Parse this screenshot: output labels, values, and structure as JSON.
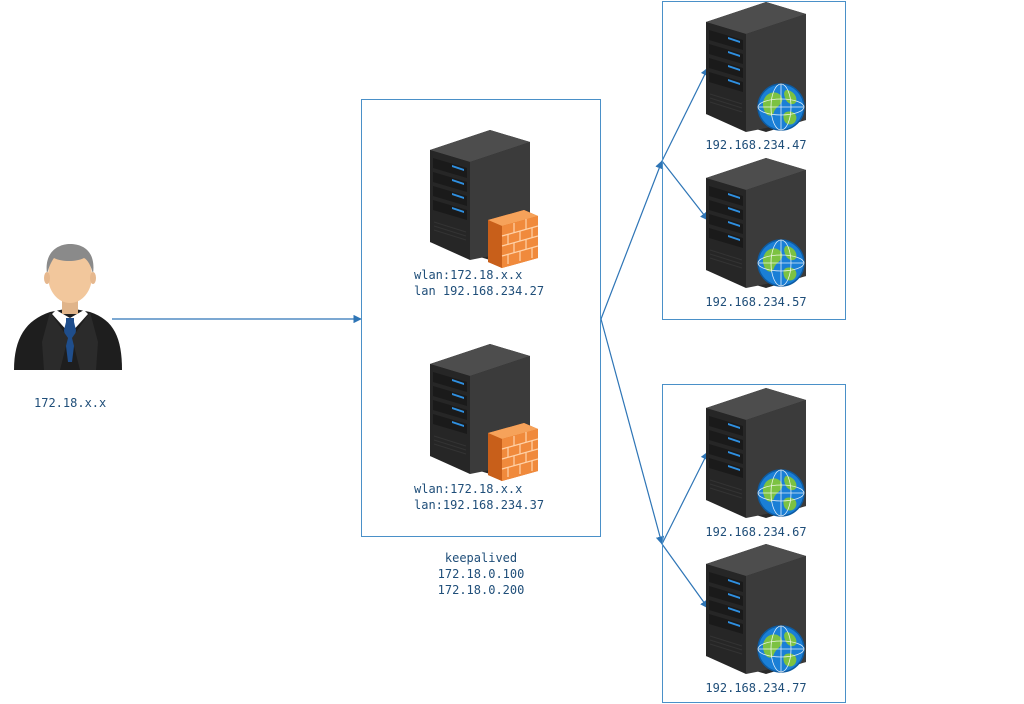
{
  "client": {
    "label": "172.18.x.x",
    "icon": "user-businessman-icon"
  },
  "balancers": {
    "group_label_lines": [
      "keepalived",
      "172.18.0.100",
      "172.18.0.200"
    ],
    "nodes": [
      {
        "line1": "wlan:172.18.x.x",
        "line2": "lan 192.168.234.27",
        "icon": "firewall-server-icon"
      },
      {
        "line1": "wlan:172.18.x.x",
        "line2": "lan:192.168.234.37",
        "icon": "firewall-server-icon"
      }
    ]
  },
  "backend_groups": [
    {
      "servers": [
        {
          "label": "192.168.234.47",
          "icon": "web-server-icon"
        },
        {
          "label": "192.168.234.57",
          "icon": "web-server-icon"
        }
      ]
    },
    {
      "servers": [
        {
          "label": "192.168.234.67",
          "icon": "web-server-icon"
        },
        {
          "label": "192.168.234.77",
          "icon": "web-server-icon"
        }
      ]
    }
  ],
  "colors": {
    "line": "#2e75b6",
    "box_border": "#4a90c8",
    "label_text": "#1f4e79",
    "server_body": "#3a3a3a",
    "drive_light": "#2f8fe0",
    "firewall": "#f08a3c",
    "globe_water": "#1a7fd6",
    "globe_land": "#7cc242"
  }
}
